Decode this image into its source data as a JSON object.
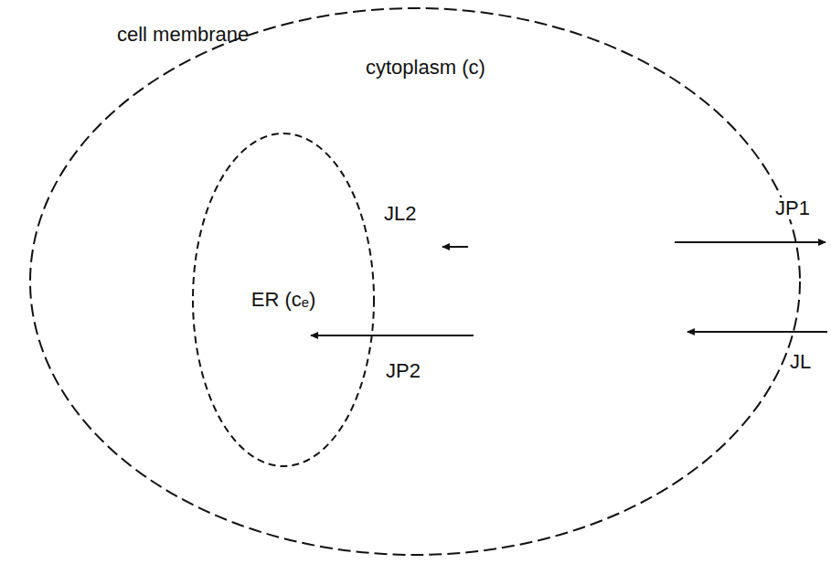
{
  "diagram": {
    "nodes": [
      {
        "text": [
          "cell membrane",
          "cytoplasm (c)"
        ]
      },
      {
        "text": [
          "ER (cₑ)"
        ],
        "in": 0
      }
    ],
    "labels": [
      "JL2",
      "JP2",
      "JP1",
      "JL"
    ]
  }
}
